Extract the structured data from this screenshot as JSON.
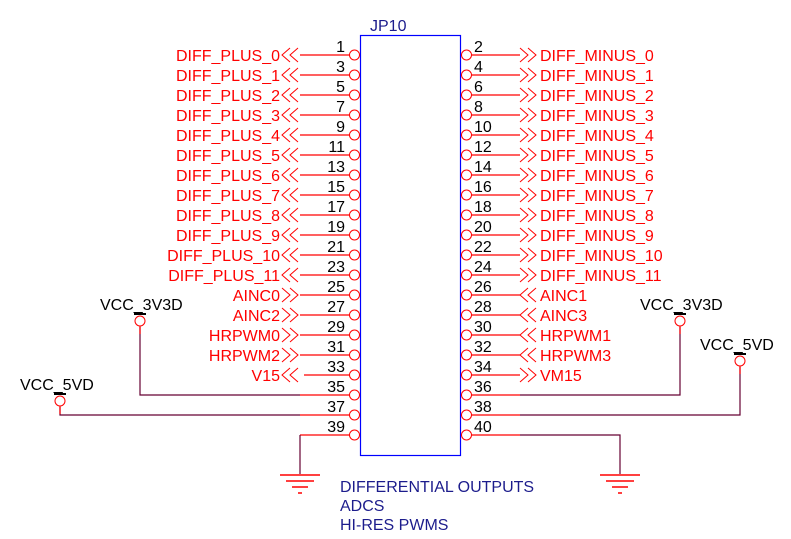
{
  "component": {
    "refdes": "JP10",
    "colors": {
      "body": "#0000ff",
      "pin": "#ff0000",
      "wire": "#660033",
      "net_label": "#ff0000",
      "text": "#000000",
      "note": "#1c1c8c"
    }
  },
  "left_pins": [
    {
      "pin": "1",
      "net": "DIFF_PLUS_0",
      "flag": "bidir"
    },
    {
      "pin": "3",
      "net": "DIFF_PLUS_1",
      "flag": "bidir"
    },
    {
      "pin": "5",
      "net": "DIFF_PLUS_2",
      "flag": "bidir"
    },
    {
      "pin": "7",
      "net": "DIFF_PLUS_3",
      "flag": "bidir"
    },
    {
      "pin": "9",
      "net": "DIFF_PLUS_4",
      "flag": "bidir"
    },
    {
      "pin": "11",
      "net": "DIFF_PLUS_5",
      "flag": "bidir"
    },
    {
      "pin": "13",
      "net": "DIFF_PLUS_6",
      "flag": "bidir"
    },
    {
      "pin": "15",
      "net": "DIFF_PLUS_7",
      "flag": "bidir"
    },
    {
      "pin": "17",
      "net": "DIFF_PLUS_8",
      "flag": "bidir"
    },
    {
      "pin": "19",
      "net": "DIFF_PLUS_9",
      "flag": "bidir"
    },
    {
      "pin": "21",
      "net": "DIFF_PLUS_10",
      "flag": "bidir"
    },
    {
      "pin": "23",
      "net": "DIFF_PLUS_11",
      "flag": "bidir"
    },
    {
      "pin": "25",
      "net": "AINC0",
      "flag": "input"
    },
    {
      "pin": "27",
      "net": "AINC2",
      "flag": "input"
    },
    {
      "pin": "29",
      "net": "HRPWM0",
      "flag": "input"
    },
    {
      "pin": "31",
      "net": "HRPWM2",
      "flag": "input"
    },
    {
      "pin": "33",
      "net": "V15",
      "flag": "output"
    },
    {
      "pin": "35",
      "net": "VCC_3V3D",
      "flag": "power"
    },
    {
      "pin": "37",
      "net": "VCC_5VD",
      "flag": "power"
    },
    {
      "pin": "39",
      "net": "GND",
      "flag": "ground"
    }
  ],
  "right_pins": [
    {
      "pin": "2",
      "net": "DIFF_MINUS_0",
      "flag": "bidir"
    },
    {
      "pin": "4",
      "net": "DIFF_MINUS_1",
      "flag": "bidir"
    },
    {
      "pin": "6",
      "net": "DIFF_MINUS_2",
      "flag": "bidir"
    },
    {
      "pin": "8",
      "net": "DIFF_MINUS_3",
      "flag": "bidir"
    },
    {
      "pin": "10",
      "net": "DIFF_MINUS_4",
      "flag": "bidir"
    },
    {
      "pin": "12",
      "net": "DIFF_MINUS_5",
      "flag": "bidir"
    },
    {
      "pin": "14",
      "net": "DIFF_MINUS_6",
      "flag": "bidir"
    },
    {
      "pin": "16",
      "net": "DIFF_MINUS_7",
      "flag": "bidir"
    },
    {
      "pin": "18",
      "net": "DIFF_MINUS_8",
      "flag": "bidir"
    },
    {
      "pin": "20",
      "net": "DIFF_MINUS_9",
      "flag": "bidir"
    },
    {
      "pin": "22",
      "net": "DIFF_MINUS_10",
      "flag": "bidir"
    },
    {
      "pin": "24",
      "net": "DIFF_MINUS_11",
      "flag": "bidir"
    },
    {
      "pin": "26",
      "net": "AINC1",
      "flag": "input"
    },
    {
      "pin": "28",
      "net": "AINC3",
      "flag": "input"
    },
    {
      "pin": "30",
      "net": "HRPWM1",
      "flag": "input"
    },
    {
      "pin": "32",
      "net": "HRPWM3",
      "flag": "input"
    },
    {
      "pin": "34",
      "net": "VM15",
      "flag": "output"
    },
    {
      "pin": "36",
      "net": "VCC_3V3D",
      "flag": "power"
    },
    {
      "pin": "38",
      "net": "VCC_5VD",
      "flag": "power"
    },
    {
      "pin": "40",
      "net": "GND",
      "flag": "ground"
    }
  ],
  "power_ports": {
    "left_3v3": "VCC_3V3D",
    "left_5v": "VCC_5VD",
    "right_3v3": "VCC_3V3D",
    "right_5v": "VCC_5VD"
  },
  "note": {
    "lines": [
      "DIFFERENTIAL OUTPUTS",
      "ADCS",
      "HI-RES PWMS"
    ]
  }
}
